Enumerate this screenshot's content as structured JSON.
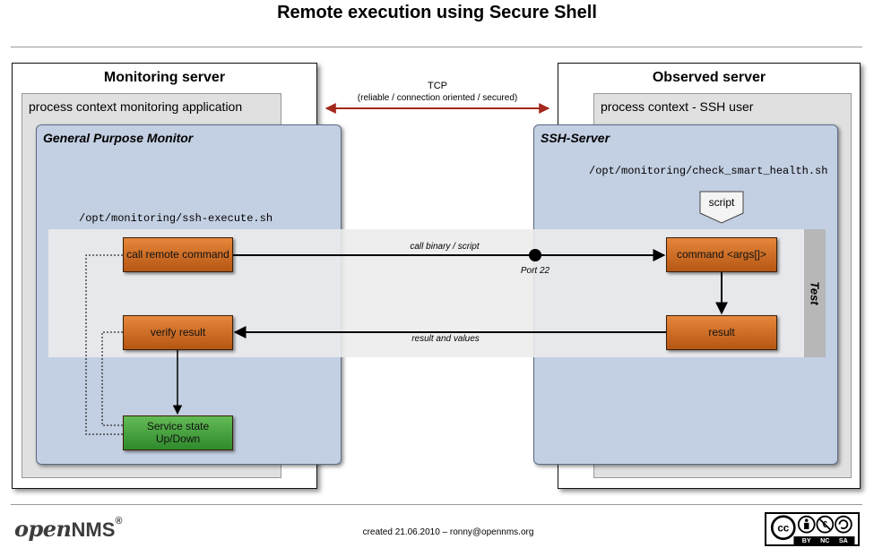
{
  "title": "Remote execution using Secure Shell",
  "monitoring_server": {
    "title": "Monitoring server",
    "context_label": "process context monitoring application",
    "monitor_title": "General Purpose Monitor",
    "script_path": "/opt/monitoring/ssh-execute.sh",
    "boxes": {
      "call_remote": "call remote command",
      "verify_result": "verify result",
      "service_state": "Service state Up/Down"
    }
  },
  "observed_server": {
    "title": "Observed server",
    "context_label": "process context - SSH user",
    "monitor_title": "SSH-Server",
    "script_path": "/opt/monitoring/check_smart_health.sh",
    "script_tag": "script",
    "boxes": {
      "command": "command <args[]>",
      "result": "result"
    }
  },
  "connection": {
    "label": "TCP",
    "detail": "(reliable / connection oriented / secured)"
  },
  "edges": {
    "call_binary": "call binary / script",
    "port": "Port 22",
    "result_values": "result and values"
  },
  "test_label": "Test",
  "footer": {
    "created": "created 21.06.2010 – ronny@opennms.org",
    "logo_open": "open",
    "logo_nms": "NMS",
    "logo_reg": "®",
    "license_terms": [
      "BY",
      "NC",
      "SA"
    ]
  },
  "colors": {
    "process_orange": "#c96a22",
    "state_green": "#46a03e",
    "monitor_blue": "#c3cfe2",
    "tcp_arrow": "#a3281d"
  }
}
